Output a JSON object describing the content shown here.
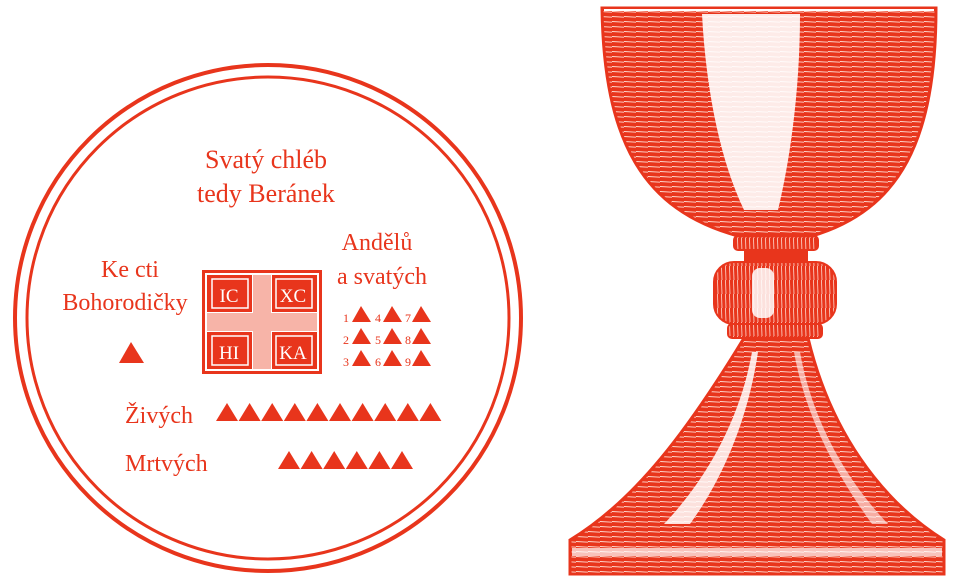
{
  "colors": {
    "red": "#e8351c",
    "light": "#f7b4a8",
    "background": "#ffffff"
  },
  "paten": {
    "title_line1": "Svatý chléb",
    "title_line2": "tedy Beránek",
    "left_label_line1": "Ke cti",
    "left_label_line2": "Bohorodičky",
    "right_label_line1": "Andělů",
    "right_label_line2": "a svatých",
    "lamb": {
      "icon": "cross-seal-icon",
      "quadrants": [
        "IC",
        "XC",
        "HI",
        "KA"
      ]
    },
    "theotokos_particles": 1,
    "angels": {
      "rows": [
        {
          "row": 1,
          "numbers": [
            "1",
            "4",
            "7"
          ]
        },
        {
          "row": 2,
          "numbers": [
            "2",
            "5",
            "8"
          ]
        },
        {
          "row": 3,
          "numbers": [
            "3",
            "6",
            "9"
          ]
        }
      ]
    },
    "living": {
      "label": "Živých",
      "particles": 10
    },
    "dead": {
      "label": "Mrtvých",
      "particles": 6
    }
  },
  "chalice": {
    "icon": "chalice-icon"
  }
}
